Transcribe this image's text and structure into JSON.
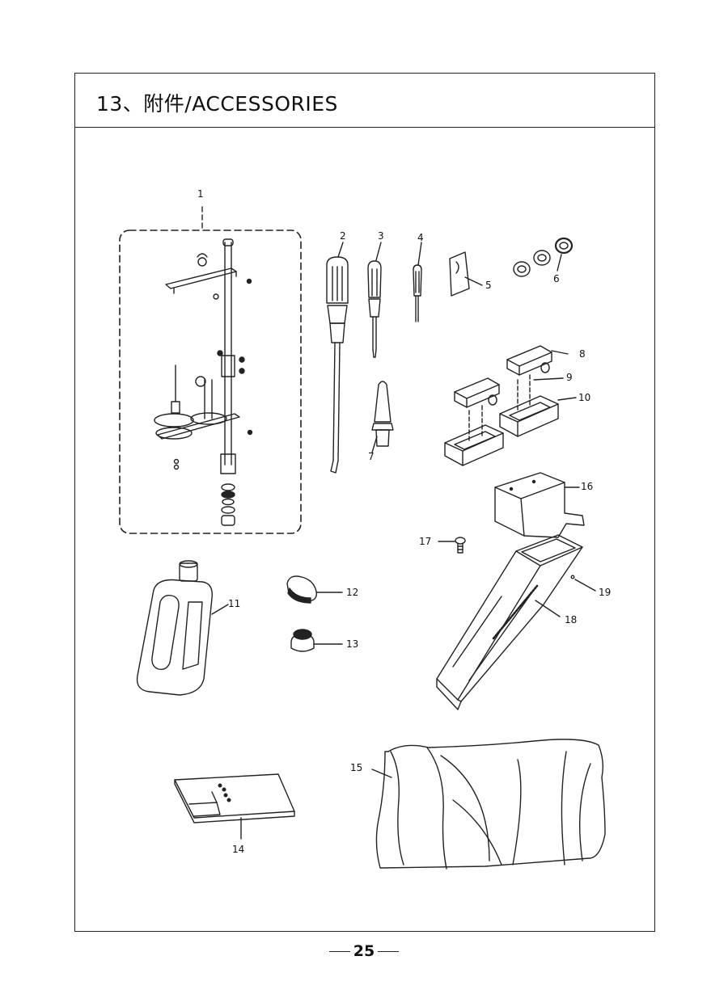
{
  "section": {
    "title": "13、附件/ACCESSORIES"
  },
  "parts": [
    {
      "no": "1",
      "name": "thread-stand-assembly"
    },
    {
      "no": "2",
      "name": "large-screwdriver"
    },
    {
      "no": "3",
      "name": "medium-screwdriver"
    },
    {
      "no": "4",
      "name": "small-screwdriver"
    },
    {
      "no": "5",
      "name": "needle-packet"
    },
    {
      "no": "6",
      "name": "bobbins"
    },
    {
      "no": "7",
      "name": "oil-nozzle"
    },
    {
      "no": "8",
      "name": "head-rest-cap"
    },
    {
      "no": "9",
      "name": "head-rest-pin"
    },
    {
      "no": "10",
      "name": "head-rest-base"
    },
    {
      "no": "11",
      "name": "oil-can"
    },
    {
      "no": "12",
      "name": "knee-pad"
    },
    {
      "no": "13",
      "name": "rubber-cushion"
    },
    {
      "no": "14",
      "name": "instruction-book"
    },
    {
      "no": "15",
      "name": "dust-cover"
    },
    {
      "no": "16",
      "name": "chute-bracket"
    },
    {
      "no": "17",
      "name": "screw"
    },
    {
      "no": "18",
      "name": "chip-chute"
    },
    {
      "no": "19",
      "name": "small-screw"
    }
  ],
  "page": {
    "number": "25"
  }
}
